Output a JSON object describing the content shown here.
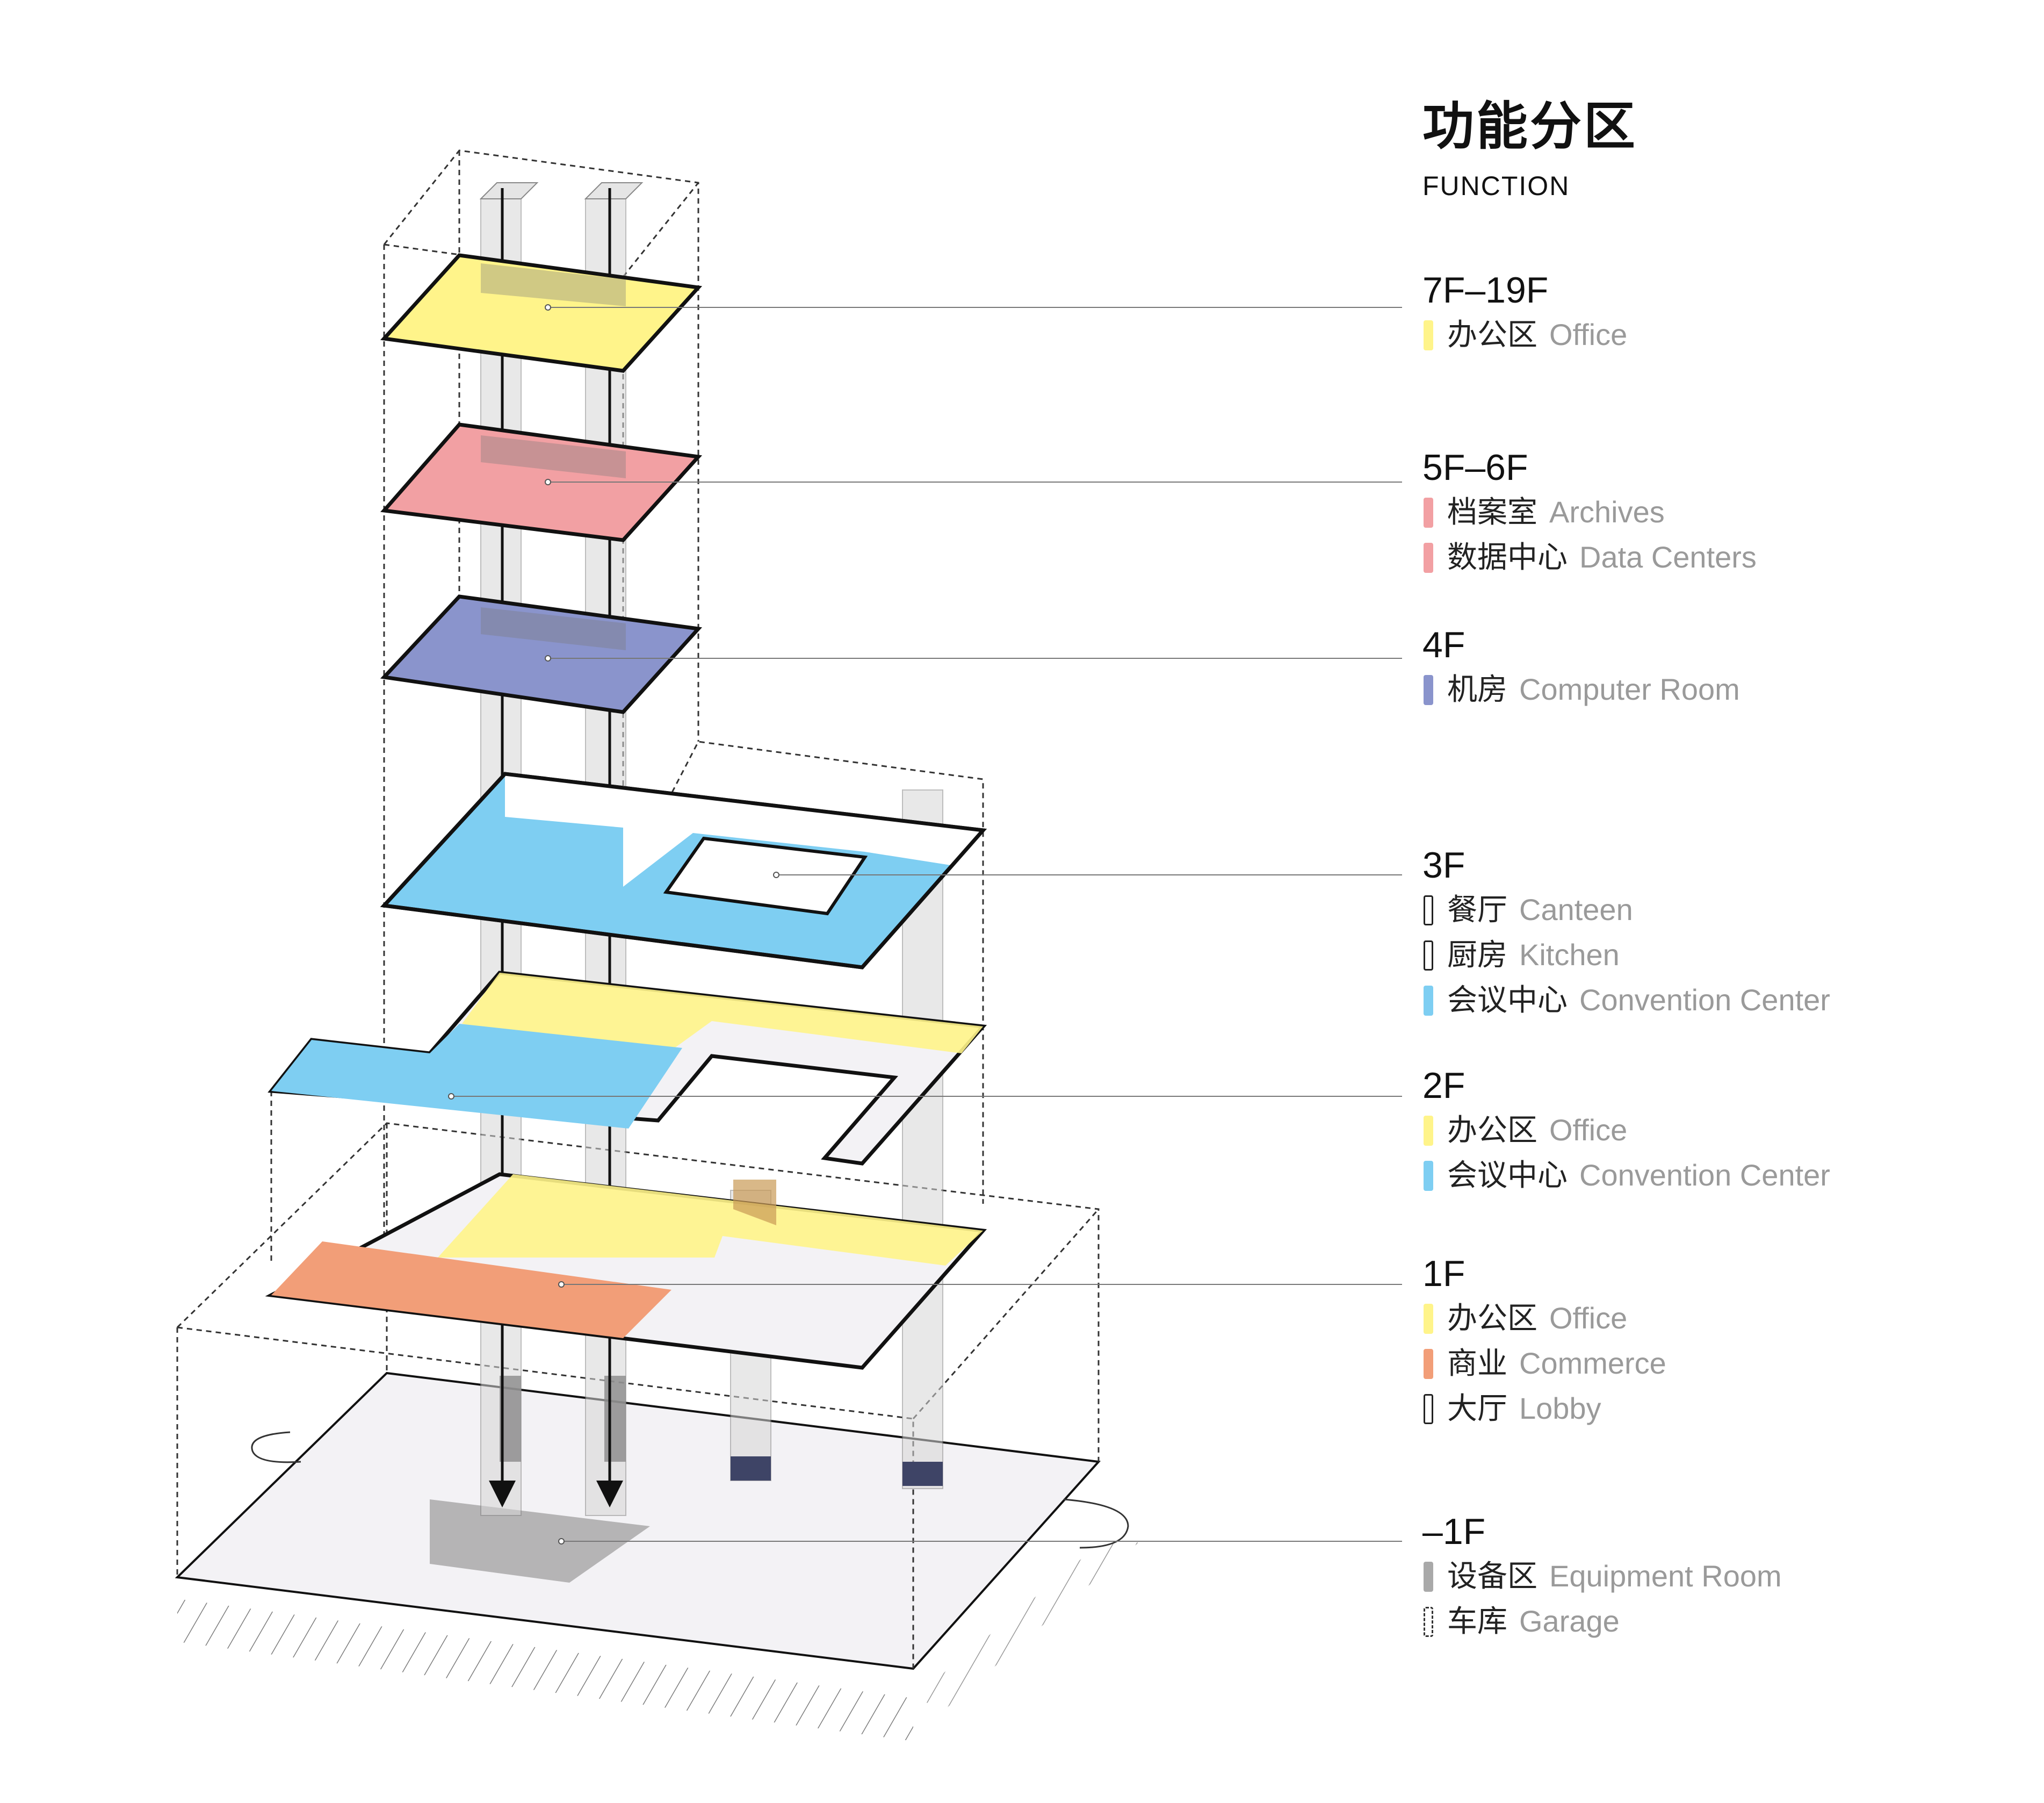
{
  "legend": {
    "title": "功能分区",
    "subtitle": "FUNCTION",
    "groups": [
      {
        "floor": "7F–19F",
        "items": [
          {
            "zh": "办公区",
            "en": "Office",
            "color": "#FFF48A",
            "style": "fill"
          }
        ]
      },
      {
        "floor": "5F–6F",
        "items": [
          {
            "zh": "档案室",
            "en": "Archives",
            "color": "#F2A0A3",
            "style": "fill"
          },
          {
            "zh": "数据中心",
            "en": "Data Centers",
            "color": "#F2A0A3",
            "style": "fill"
          }
        ]
      },
      {
        "floor": "4F",
        "items": [
          {
            "zh": "机房",
            "en": "Computer Room",
            "color": "#8A94CC",
            "style": "fill"
          }
        ]
      },
      {
        "floor": "3F",
        "items": [
          {
            "zh": "餐厅",
            "en": "Canteen",
            "color": "#FFFFFF",
            "style": "outline"
          },
          {
            "zh": "厨房",
            "en": "Kitchen",
            "color": "#FFFFFF",
            "style": "outline"
          },
          {
            "zh": "会议中心",
            "en": "Convention Center",
            "color": "#7ECEF2",
            "style": "fill"
          }
        ]
      },
      {
        "floor": "2F",
        "items": [
          {
            "zh": "办公区",
            "en": "Office",
            "color": "#FFF48A",
            "style": "fill"
          },
          {
            "zh": "会议中心",
            "en": "Convention Center",
            "color": "#7ECEF2",
            "style": "fill"
          }
        ]
      },
      {
        "floor": "1F",
        "items": [
          {
            "zh": "办公区",
            "en": "Office",
            "color": "#FFF48A",
            "style": "fill"
          },
          {
            "zh": "商业",
            "en": "Commerce",
            "color": "#F29E78",
            "style": "fill"
          },
          {
            "zh": "大厅",
            "en": "Lobby",
            "color": "#FFFFFF",
            "style": "outline"
          }
        ]
      },
      {
        "floor": "–1F",
        "items": [
          {
            "zh": "设备区",
            "en": "Equipment Room",
            "color": "#A9A9A9",
            "style": "fill"
          },
          {
            "zh": "车库",
            "en": "Garage",
            "color": "#FFFFFF",
            "style": "dashed"
          }
        ]
      }
    ]
  },
  "colors": {
    "office": "#FFF48A",
    "archives": "#F2A0A3",
    "computer_room": "#8A94CC",
    "convention": "#7ECEF2",
    "commerce": "#F29E78",
    "equipment": "#A9A9A9",
    "lobby": "#F3F2F5",
    "core": "#D6D6D6"
  }
}
